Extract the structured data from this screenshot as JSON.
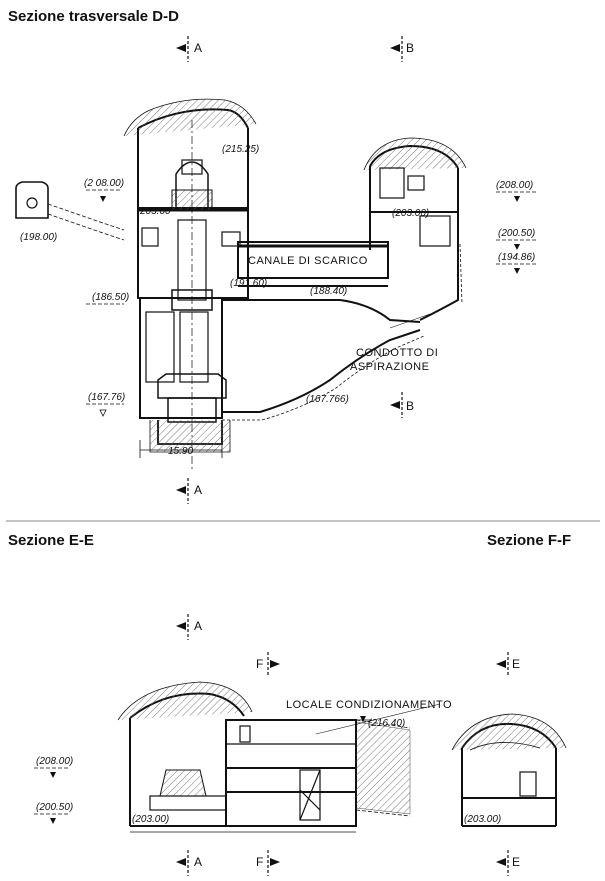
{
  "titles": {
    "dd": "Sezione trasversale D-D",
    "ee": "Sezione E-E",
    "ff": "Sezione F-F"
  },
  "markers": {
    "a": "A",
    "b": "B",
    "e": "E",
    "f": "F"
  },
  "dd": {
    "levels": {
      "l21525": "(215.25)",
      "l20800_left": "(2 08.00)",
      "l20300_a": "203.00",
      "l20300_b": "(203.00)",
      "l19800": "(198.00)",
      "l19160": "(191.60)",
      "l18840": "(188.40)",
      "l18650": "(186.50)",
      "l16776": "(167.76)",
      "l167766": "(167.766)",
      "l20800_right": "(208.00)",
      "l20050": "(200.50)",
      "l19486": "(194.86)"
    },
    "canal_label": "CANALE DI SCARICO",
    "condotto_line1": "CONDOTTO DI",
    "condotto_line2": "ASPIRAZIONE",
    "dimension": "15.90"
  },
  "ee": {
    "locale_label": "LOCALE CONDIZIONAMENTO",
    "levels": {
      "l21640": "(216.40)",
      "l20800": "(208.00)",
      "l20050": "(200.50)",
      "l20300": "(203.00)"
    }
  },
  "ff": {
    "levels": {
      "l20300": "(203.00)"
    }
  }
}
